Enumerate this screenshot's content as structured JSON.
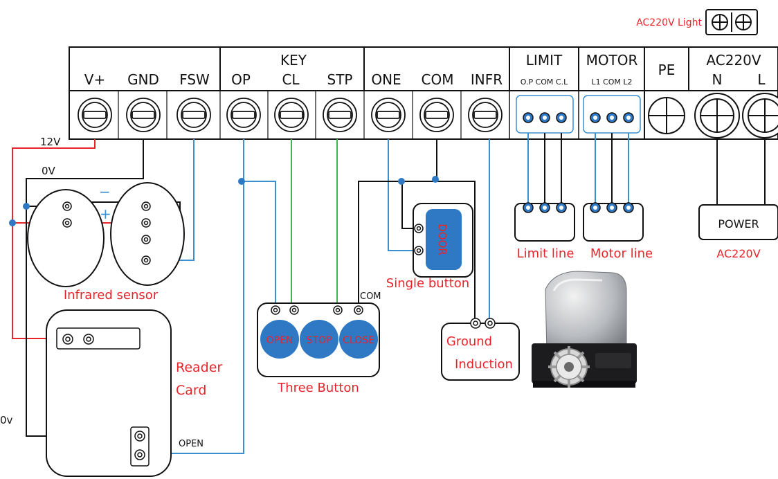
{
  "top_right": {
    "light_label": "AC220V Light"
  },
  "terminal_block": {
    "group_headers": {
      "key": "KEY",
      "limit": "LIMIT",
      "motor": "MOTOR",
      "ac220v": "AC220V"
    },
    "labels": {
      "vplus": "V+",
      "gnd": "GND",
      "fsw": "FSW",
      "op": "OP",
      "cl": "CL",
      "stp": "STP",
      "one": "ONE",
      "com": "COM",
      "infr": "INFR",
      "limit_sub": "O.P COM C.L",
      "motor_sub": "L1  COM L2",
      "pe": "PE",
      "n": "N",
      "l": "L"
    }
  },
  "wires": {
    "v12": "12V",
    "v0": "0V",
    "v0_lower": "0v",
    "open": "OPEN",
    "com": "COM",
    "minus": "−",
    "plus": "+"
  },
  "devices": {
    "infrared_sensor": "Infrared sensor",
    "reader_card_line1": "Reader",
    "reader_card_line2": "Card",
    "three_button": "Three Button",
    "btn_open": "OPEN",
    "btn_stop": "STOP",
    "btn_close": "CLOSE",
    "single_button": "Single button",
    "door": "DOOR",
    "ground_induction_line1": "Ground",
    "ground_induction_line2": "Induction",
    "limit_line": "Limit line",
    "motor_line": "Motor line",
    "power": "POWER",
    "power_sub": "AC220V"
  },
  "colors": {
    "wire_red": "#e8242b",
    "wire_blue": "#3a8fd0",
    "wire_green": "#3fb54a",
    "wire_black": "#111111",
    "button_fill": "#2f79c4",
    "label_red": "#e8242b"
  }
}
